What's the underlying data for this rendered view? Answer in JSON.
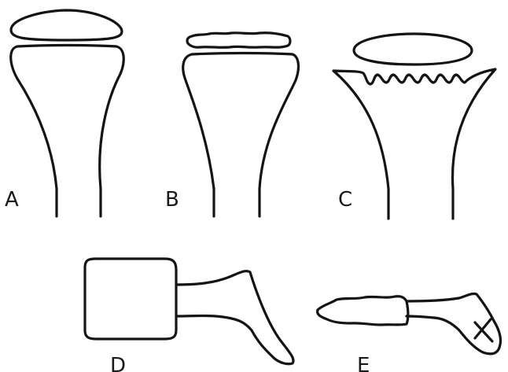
{
  "figure": {
    "panels": [
      {
        "label": "A"
      },
      {
        "label": "B"
      },
      {
        "label": "C"
      },
      {
        "label": "D"
      },
      {
        "label": "E"
      }
    ]
  },
  "colors": {
    "line": "#141414",
    "label": "#1a1a1a",
    "background": "#ffffff"
  }
}
